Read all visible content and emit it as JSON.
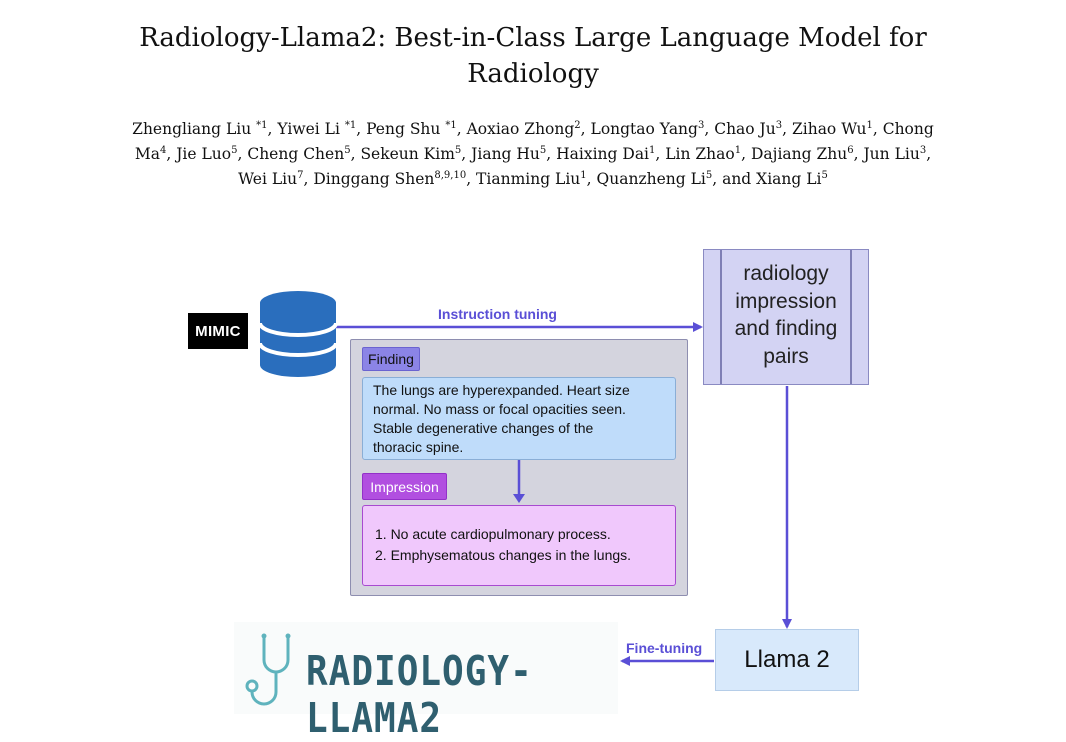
{
  "paper": {
    "title_line1": "Radiology-Llama2: Best-in-Class Large Language Model for",
    "title_line2": "Radiology",
    "authors": [
      {
        "name": "Zhengliang Liu",
        "aff": "*1",
        "sep": ", "
      },
      {
        "name": "Yiwei Li",
        "aff": "*1",
        "sep": ", "
      },
      {
        "name": "Peng Shu",
        "aff": "*1",
        "sep": ", "
      },
      {
        "name": "Aoxiao Zhong",
        "aff": "2",
        "sep": ", "
      },
      {
        "name": "Longtao Yang",
        "aff": "3",
        "sep": ", "
      },
      {
        "name": "Chao Ju",
        "aff": "3",
        "sep": ", "
      },
      {
        "name": "Zihao Wu",
        "aff": "1",
        "sep": ", "
      },
      {
        "name": "Chong Ma",
        "aff": "4",
        "sep": ", "
      },
      {
        "name": "Jie Luo",
        "aff": "5",
        "sep": ", "
      },
      {
        "name": "Cheng Chen",
        "aff": "5",
        "sep": ", "
      },
      {
        "name": "Sekeun Kim",
        "aff": "5",
        "sep": ", "
      },
      {
        "name": "Jiang Hu",
        "aff": "5",
        "sep": ", "
      },
      {
        "name": "Haixing Dai",
        "aff": "1",
        "sep": ", "
      },
      {
        "name": "Lin Zhao",
        "aff": "1",
        "sep": ", "
      },
      {
        "name": "Dajiang Zhu",
        "aff": "6",
        "sep": ", "
      },
      {
        "name": "Jun Liu",
        "aff": "3",
        "sep": ", "
      },
      {
        "name": "Wei Liu",
        "aff": "7",
        "sep": ", "
      },
      {
        "name": "Dinggang Shen",
        "aff": "8,9,10",
        "sep": ", "
      },
      {
        "name": "Tianming Liu",
        "aff": "1",
        "sep": ", "
      },
      {
        "name": "Quanzheng Li",
        "aff": "5",
        "sep": ", and "
      },
      {
        "name": "Xiang Li",
        "aff": "5",
        "sep": ""
      }
    ]
  },
  "figure": {
    "source_logo": "MIMIC",
    "database_icon": "database-icon",
    "instruction_label": "Instruction tuning",
    "pairs_text": [
      "radiology",
      "impression",
      "and finding",
      "pairs"
    ],
    "finding_tag": "Finding",
    "finding_lines": [
      "The lungs are hyperexpanded. Heart size",
      "normal. No mass or focal opacities seen.",
      "Stable degenerative changes of the",
      "thoracic spine."
    ],
    "impression_tag": "Impression",
    "impression_lines": [
      "1. No acute cardiopulmonary process.",
      "2. Emphysematous changes in the lungs."
    ],
    "base_model": "Llama 2",
    "finetune_label": "Fine-tuning",
    "output_logo_text": "RADIOLOGY-LLAMA2",
    "output_logo_icon": "stethoscope-icon",
    "colors": {
      "arrow": "#5a4fd6",
      "finding_tag": "#8b84e6",
      "finding_box": "#bfdcfa",
      "impression_tag": "#b14fe0",
      "impression_box": "#f0c8fc",
      "pairs_box": "#d3d3f3",
      "llama_box": "#d8e9fb",
      "logo_text": "#2f5f6f",
      "stethoscope": "#5fb3bd"
    }
  }
}
